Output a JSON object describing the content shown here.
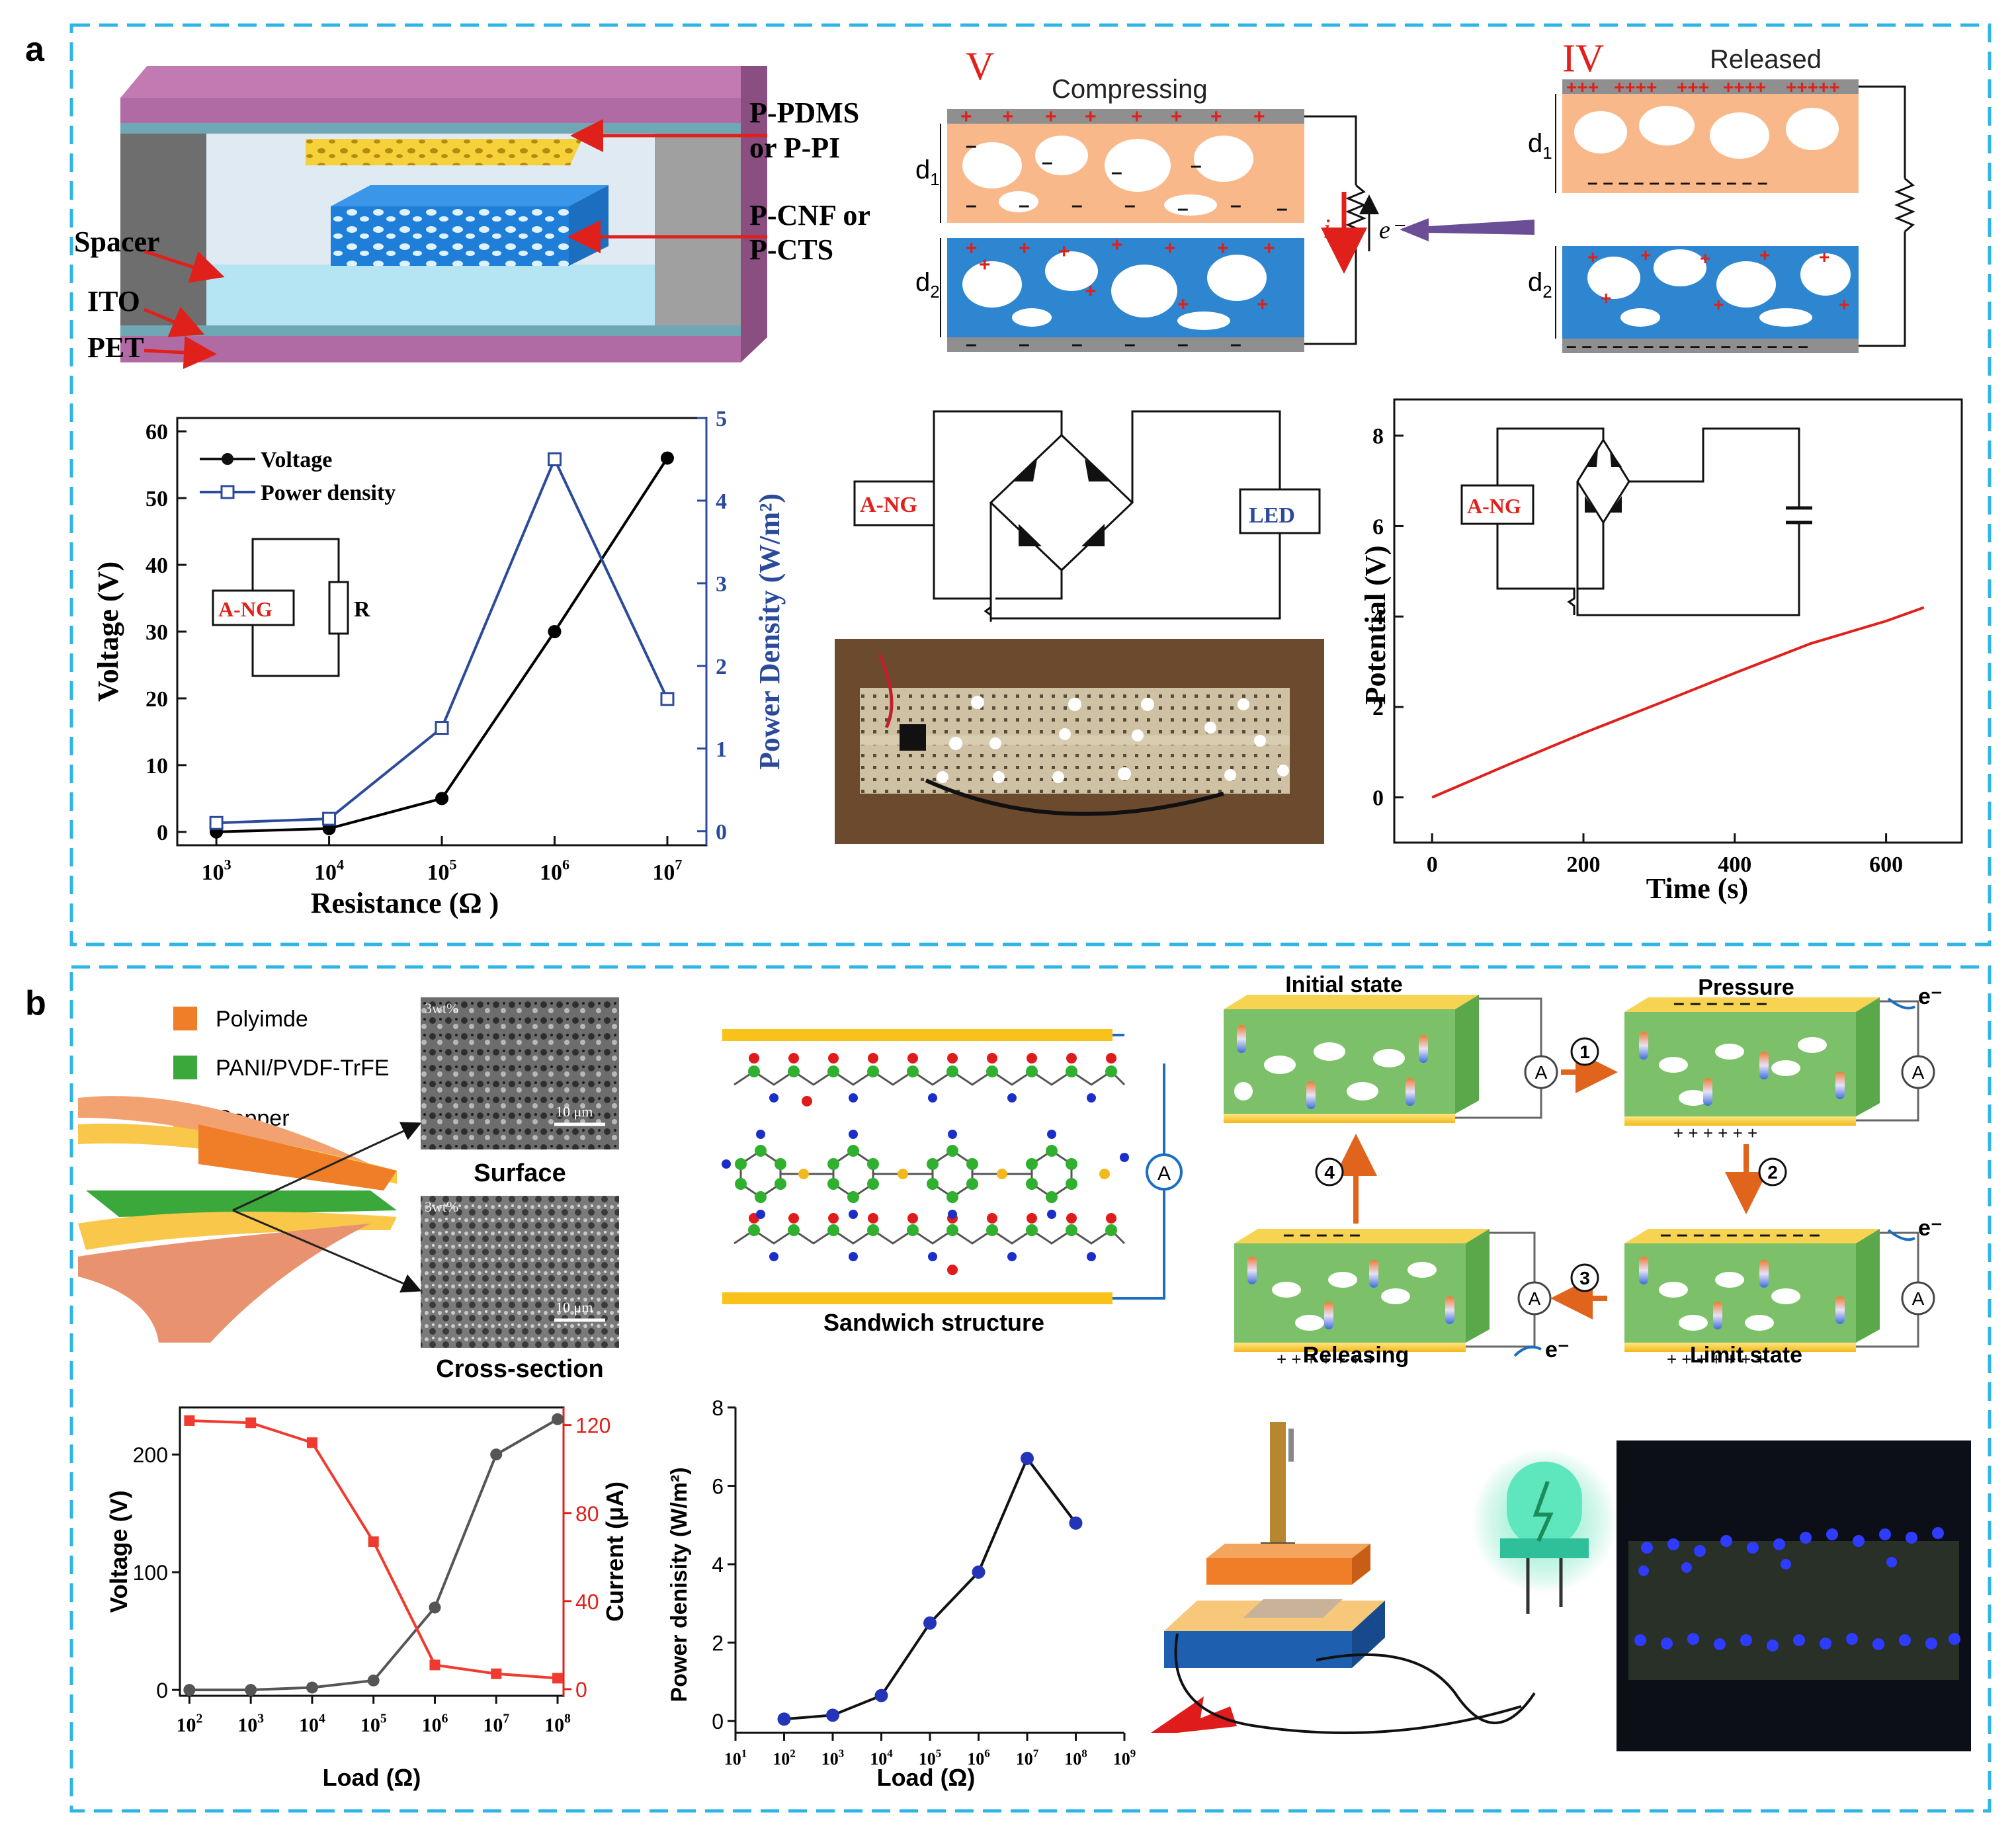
{
  "panel_labels": {
    "a": "a",
    "b": "b"
  },
  "a_device": {
    "layer_labels": [
      "P-PDMS",
      "or P-PI",
      "P-CNF or",
      "P-CTS"
    ],
    "side_labels": [
      "Spacer",
      "ITO",
      "PET"
    ]
  },
  "a_mechanism": {
    "left_numeral": "V",
    "left_state": "Compressing",
    "right_numeral": "IV",
    "right_state": "Released",
    "d1": "d",
    "d2": "d",
    "sub1": "1",
    "sub2": "2",
    "current_label": "i",
    "electron_label": "e⁻"
  },
  "a_voltage_chart": {
    "ylabel_left": "Voltage (V)",
    "ylabel_right": "Power Density (W/m²)",
    "xlabel": "Resistance (Ω )",
    "legend": [
      "Voltage",
      "Power density"
    ],
    "inset_source": "A-NG",
    "inset_load": "R",
    "y_ticks": [
      "0",
      "10",
      "20",
      "30",
      "40",
      "50",
      "60"
    ],
    "y2_ticks": [
      "0",
      "1",
      "2",
      "3",
      "4",
      "5"
    ],
    "x_ticks_base": [
      "10",
      "10",
      "10",
      "10",
      "10"
    ],
    "x_ticks_exp": [
      "3",
      "4",
      "5",
      "6",
      "7"
    ]
  },
  "a_circuit": {
    "source": "A-NG",
    "load": "LED"
  },
  "a_potential_chart": {
    "ylabel": "Potential (V)",
    "xlabel": "Time (s)",
    "inset_source": "A-NG",
    "y_ticks": [
      "0",
      "2",
      "4",
      "6",
      "8"
    ],
    "x_ticks": [
      "0",
      "200",
      "400",
      "600"
    ]
  },
  "b_layers": {
    "legend": [
      "Polyimde",
      "PANI/PVDF-TrFE",
      "Copper"
    ],
    "sem_top_tag": "3wt%",
    "sem_bottom_tag": "3wt%",
    "scale_top": "10 μm",
    "scale_bottom": "10 μm",
    "caption_top": "Surface",
    "caption_bottom": "Cross-section"
  },
  "b_sandwich": {
    "caption": "Sandwich structure",
    "meter": "A"
  },
  "b_states": {
    "initial": "Initial state",
    "pressure": "Pressure",
    "limit": "Limit state",
    "releasing": "Releasing",
    "steps": [
      "1",
      "2",
      "3",
      "4"
    ],
    "meter": "A",
    "electron": "e⁻"
  },
  "b_voltage_chart": {
    "ylabel_left": "Voltage (V)",
    "ylabel_right": "Current (μA)",
    "xlabel": "Load (Ω)",
    "y_ticks": [
      "0",
      "100",
      "200"
    ],
    "y2_ticks": [
      "0",
      "40",
      "80",
      "120"
    ],
    "x_ticks_exp": [
      "2",
      "3",
      "4",
      "5",
      "6",
      "7",
      "8"
    ]
  },
  "b_power_chart": {
    "ylabel": "Power denisity (W/m²)",
    "xlabel": "Load (Ω)",
    "y_ticks": [
      "0",
      "2",
      "4",
      "6",
      "8"
    ],
    "x_ticks_exp": [
      "1",
      "2",
      "3",
      "4",
      "5",
      "6",
      "7",
      "8",
      "9"
    ]
  },
  "chart_data": [
    {
      "type": "line",
      "x": [
        1000,
        10000,
        100000,
        1000000,
        10000000
      ],
      "xscale": "log",
      "xlabel": "Resistance (Ω )",
      "series": [
        {
          "name": "Voltage",
          "axis": "left",
          "values": [
            0,
            0.5,
            5,
            30,
            56
          ],
          "color": "#000000"
        },
        {
          "name": "Power density",
          "axis": "right",
          "values": [
            0.1,
            0.15,
            1.25,
            4.5,
            1.6
          ],
          "color": "#2b4a9a"
        }
      ],
      "ylabel": "Voltage (V)",
      "ylim": [
        -2,
        62
      ],
      "y2label": "Power Density (W/m²)",
      "y2lim": [
        -0.17,
        5
      ]
    },
    {
      "type": "line",
      "xlabel": "Time (s)",
      "ylabel": "Potential (V)",
      "xlim": [
        -50,
        700
      ],
      "ylim": [
        -1,
        8.8
      ],
      "series": [
        {
          "x": [
            0,
            100,
            200,
            300,
            400,
            500,
            540,
            600,
            650
          ],
          "values": [
            0,
            0.72,
            1.42,
            2.08,
            2.75,
            3.4,
            3.6,
            3.9,
            4.2
          ],
          "color": "#e0201b"
        }
      ]
    },
    {
      "type": "line",
      "x": [
        100,
        1000,
        10000,
        100000,
        1000000,
        10000000,
        100000000
      ],
      "xscale": "log",
      "xlabel": "Load (Ω)",
      "series": [
        {
          "axis": "left",
          "values": [
            0,
            0,
            2,
            8,
            70,
            200,
            230
          ],
          "color": "#555555"
        },
        {
          "axis": "right",
          "values": [
            122,
            121,
            112,
            67,
            11,
            7,
            5
          ],
          "color": "#f03a2f"
        }
      ],
      "ylabel": "Voltage (V)",
      "ylim": [
        -5,
        240
      ],
      "y2label": "Current (μA)",
      "y2lim": [
        -3,
        128
      ]
    },
    {
      "type": "line",
      "x": [
        100,
        1000,
        10000,
        100000,
        1000000,
        10000000,
        100000000
      ],
      "xscale": "log",
      "xlabel": "Load (Ω)",
      "series": [
        {
          "values": [
            0.05,
            0.15,
            0.65,
            2.5,
            3.8,
            6.7,
            5.05
          ],
          "color": "#2434b8"
        }
      ],
      "ylabel": "Power denisity (W/m²)",
      "ylim": [
        -0.3,
        8
      ]
    }
  ]
}
